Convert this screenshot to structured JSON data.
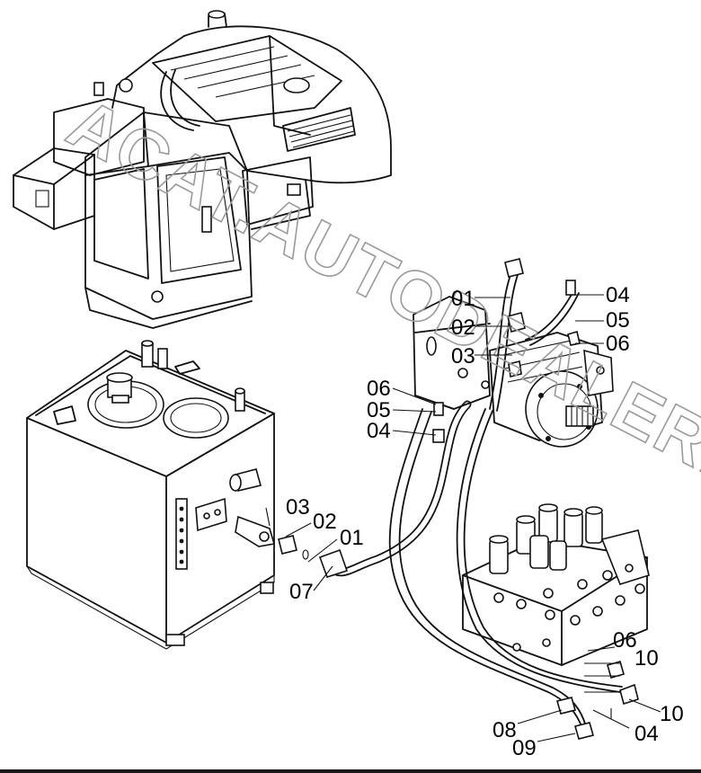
{
  "watermark": "ACAT.AUTODEALER.RU",
  "colors": {
    "ink": "#111111",
    "paper": "#ffffff",
    "watermark": "#9a9a9a"
  },
  "callouts": {
    "pump_01": "01",
    "pump_02": "02",
    "pump_03": "03",
    "pump_04_right": "04",
    "pump_05_right": "05",
    "pump_06_right": "06",
    "pump_06_left": "06",
    "pump_05_left": "05",
    "pump_04_left": "04",
    "tank_03": "03",
    "tank_02": "02",
    "tank_01": "01",
    "tank_07": "07",
    "valve_06": "06",
    "valve_10_upper": "10",
    "valve_10_lower": "10",
    "valve_08": "08",
    "valve_09": "09",
    "valve_04": "04"
  }
}
